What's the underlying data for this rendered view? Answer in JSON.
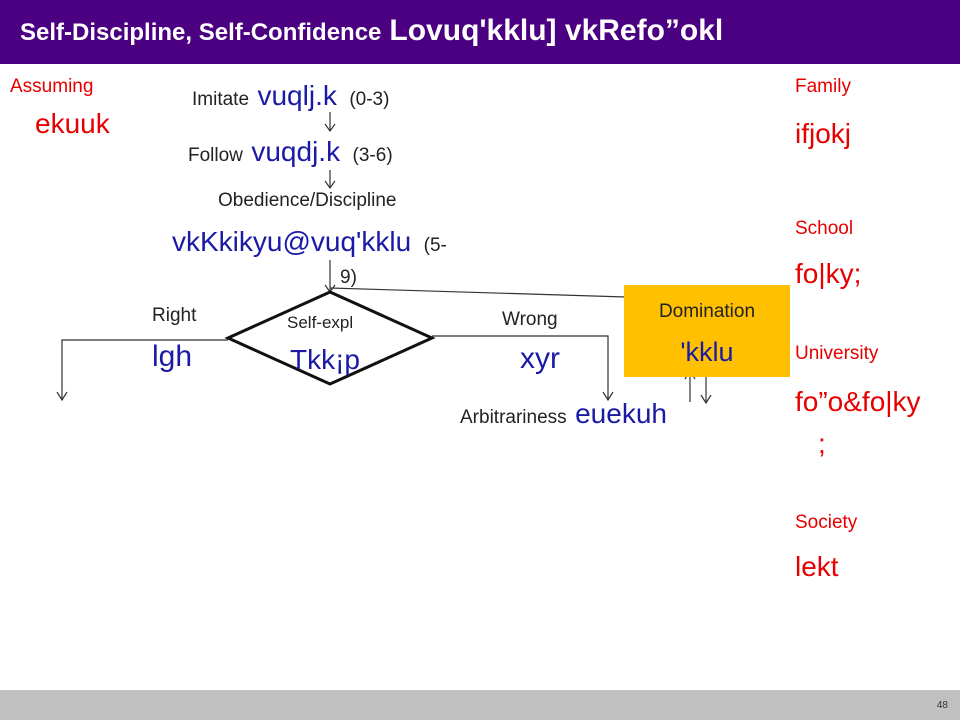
{
  "title": {
    "english": "Self-Discipline, Self-Confidence",
    "hindi": "Lovuq'kklu] vkRefo”okl"
  },
  "left": {
    "assuming": "Assuming",
    "assuming_hindi": "ekuuk"
  },
  "flow": {
    "imitate": "Imitate",
    "imitate_hindi": "vuqlj.k",
    "imitate_range": "(0-3)",
    "follow": "Follow",
    "follow_hindi": "vuqdj.k",
    "follow_range": "(3-6)",
    "obedience": "Obedience/Discipline",
    "obedience_hindi": "vkKkikyu@vuq'kklu",
    "obedience_range_a": "(5-",
    "obedience_range_b": "9)",
    "self_expl": "Self-expl",
    "self_expl_hindi": "Tkk¡p",
    "right": "Right",
    "right_hindi": "lgh",
    "wrong": "Wrong",
    "wrong_hindi": "xyr",
    "arbitrariness": "Arbitrariness",
    "arbitrariness_hindi": "euekuh"
  },
  "domination": {
    "label": "Domination",
    "hindi": "'kklu",
    "color": "#ffc000"
  },
  "right_column": {
    "family": "Family",
    "family_hindi": "ifjokj",
    "school": "School",
    "school_hindi": "fo|ky;",
    "university": "University",
    "university_hindi_a": "fo”o&fo|ky",
    "university_hindi_b": ";",
    "society": "Society",
    "society_hindi": "lekt"
  },
  "page_number": "48",
  "colors": {
    "title_bg": "#4b0082",
    "red": "#e60000",
    "blue": "#1a1aa6",
    "footer": "#c0c0c0"
  }
}
